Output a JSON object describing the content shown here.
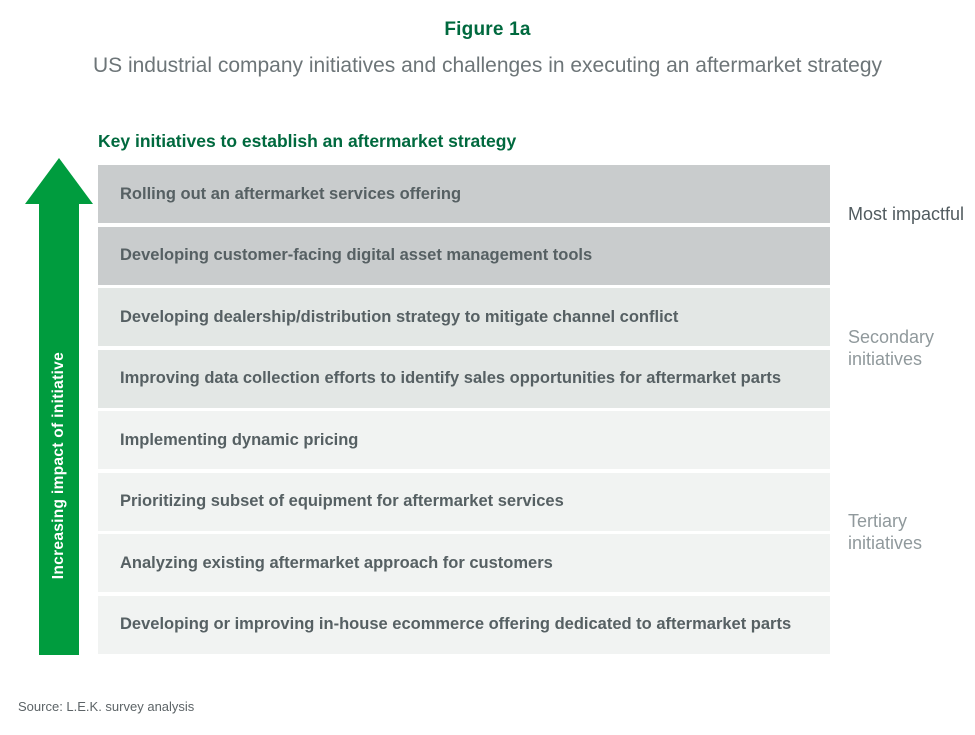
{
  "figure": {
    "label": "Figure 1a",
    "title": "US industrial company initiatives and challenges in executing an aftermarket strategy"
  },
  "chart": {
    "heading": "Key initiatives to establish an aftermarket strategy",
    "axis_label": "Increasing impact of initiative",
    "bars": [
      {
        "rank": 1,
        "tier": "most",
        "label": "Rolling out an aftermarket services offering"
      },
      {
        "rank": 2,
        "tier": "most",
        "label": "Developing customer-facing digital asset management tools"
      },
      {
        "rank": 3,
        "tier": "secondary",
        "label": "Developing dealership/distribution strategy to mitigate channel conflict"
      },
      {
        "rank": 4,
        "tier": "secondary",
        "label": "Improving data collection efforts to identify sales opportunities for aftermarket parts"
      },
      {
        "rank": 5,
        "tier": "tertiary",
        "label": "Implementing dynamic pricing"
      },
      {
        "rank": 6,
        "tier": "tertiary",
        "label": "Prioritizing subset of equipment for aftermarket services"
      },
      {
        "rank": 7,
        "tier": "tertiary",
        "label": "Analyzing existing aftermarket approach for customers"
      },
      {
        "rank": 8,
        "tier": "tertiary",
        "label": "Developing or improving in-house ecommerce offering dedicated to aftermarket parts"
      }
    ],
    "tier_labels": [
      {
        "label": "Most impactful"
      },
      {
        "label": "Secondary initiatives"
      },
      {
        "label": "Tertiary initiatives"
      }
    ]
  },
  "source": "Source: L.E.K. survey analysis",
  "colors": {
    "heading_green": "#00693e",
    "arrow_green": "#009c3e",
    "tier_most_fill": "#c9cccd",
    "tier_secondary_fill": "#e3e7e5",
    "tier_tertiary_fill": "#f1f3f2",
    "bar_text": "#566063",
    "strong_label_text": "#515b5f",
    "muted_label_text": "#90999c",
    "subtitle_text": "#6d7578"
  },
  "chart_data": {
    "type": "bar",
    "title": "Key initiatives to establish an aftermarket strategy",
    "ylabel": "Increasing impact of initiative",
    "orientation": "vertical ranked list (top = highest impact, no numeric axis)",
    "categories": [
      "Rolling out an aftermarket services offering",
      "Developing customer-facing digital asset management tools",
      "Developing dealership/distribution strategy to mitigate channel conflict",
      "Improving data collection efforts to identify sales opportunities for aftermarket parts",
      "Implementing dynamic pricing",
      "Prioritizing subset of equipment for aftermarket services",
      "Analyzing existing aftermarket approach for customers",
      "Developing or improving in-house ecommerce offering dedicated to aftermarket parts"
    ],
    "values": [
      1,
      2,
      3,
      4,
      5,
      6,
      7,
      8
    ],
    "groups": [
      {
        "name": "Most impactful",
        "category_indexes": [
          0,
          1
        ]
      },
      {
        "name": "Secondary initiatives",
        "category_indexes": [
          2,
          3
        ]
      },
      {
        "name": "Tertiary initiatives",
        "category_indexes": [
          4,
          5,
          6,
          7
        ]
      }
    ],
    "legend_position": "right",
    "grid": false
  }
}
